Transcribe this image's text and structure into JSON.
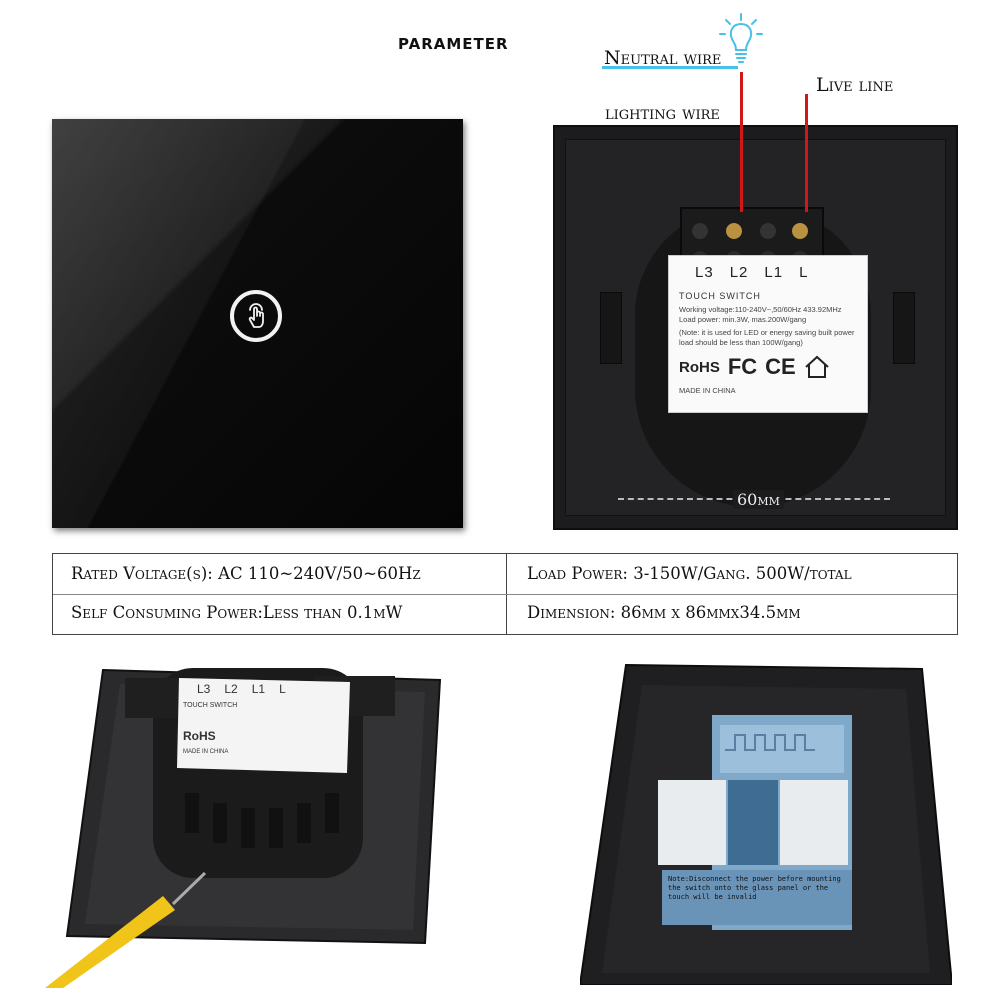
{
  "title": "parameter",
  "wiring": {
    "neutral": "Neutral wire",
    "lighting": "lighting wire",
    "live": "Live line"
  },
  "label": {
    "terminals": [
      "L3",
      "L2",
      "L1",
      "L"
    ],
    "title": "TOUCH SWITCH",
    "voltage": "Working voltage:110-240V~,50/60Hz   433.92MHz",
    "load": "Load power: min.3W, mas.200W/gang",
    "note": "(Note: it is used for LED or energy saving built power load should be less than 100W/gang)",
    "rohs": "RoHS",
    "fc": "FC",
    "ce": "CE",
    "made": "MADE IN CHINA"
  },
  "dimension_label": "60mm",
  "specs": {
    "rated_voltage": "Rated Voltage(s): AC 110~240V/50~60Hz",
    "load_power": "Load Power: 3-150W/Gang.  500W/total",
    "self_consuming": "Self Consuming Power:Less than 0.1mW",
    "dimension": "Dimension: 86mm x 86mmx34.5mm"
  },
  "lower_left_label": {
    "terminals": [
      "L3",
      "L2",
      "L1",
      "L"
    ],
    "title": "TOUCH SWITCH",
    "rohs": "RoHS",
    "made": "MADE IN CHINA"
  },
  "lower_right_note": "Note:Disconnect the power before mounting the switch onto the glass panel or the touch will be invalid",
  "colors": {
    "neutral_line": "#49c0e8",
    "wire_red": "#d01818",
    "panel": "#0c0c0c",
    "screwdriver": "#f0c419"
  },
  "icons": [
    "lightbulb-icon",
    "touch-finger-icon",
    "home-icon",
    "screwdriver-icon"
  ]
}
